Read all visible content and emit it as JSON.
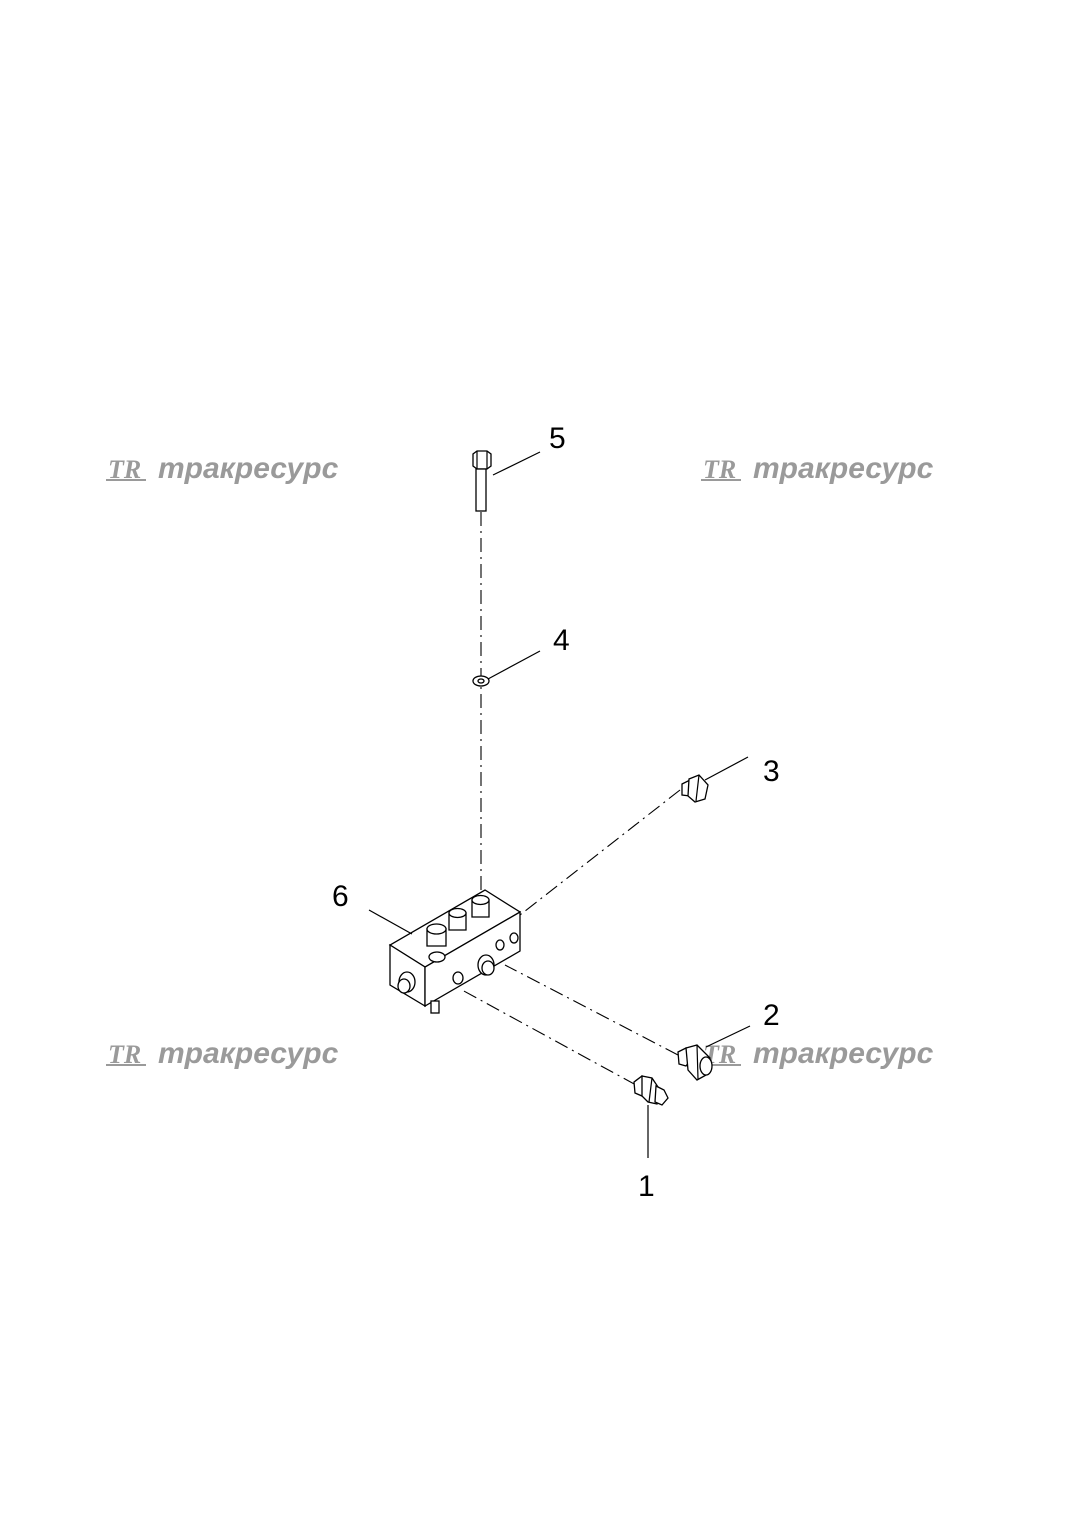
{
  "watermark": {
    "logo": "TR",
    "text": "тракресурс",
    "color": "#9a9a9a"
  },
  "callouts": [
    {
      "id": "1",
      "label": "1"
    },
    {
      "id": "2",
      "label": "2"
    },
    {
      "id": "3",
      "label": "3"
    },
    {
      "id": "4",
      "label": "4"
    },
    {
      "id": "5",
      "label": "5"
    },
    {
      "id": "6",
      "label": "6"
    }
  ]
}
